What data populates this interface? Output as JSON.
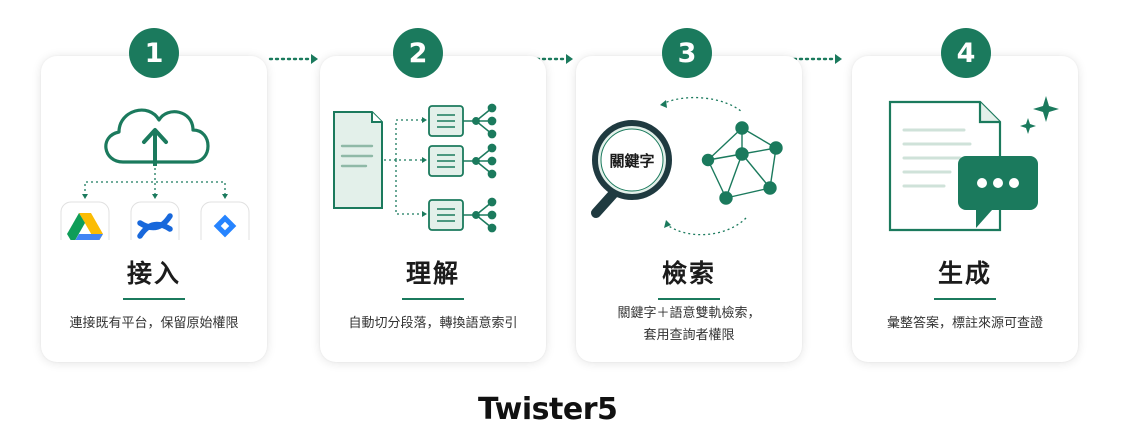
{
  "steps": [
    {
      "number": "1",
      "title": "接入",
      "description": [
        "連接既有平台，保留原始權限"
      ]
    },
    {
      "number": "2",
      "title": "理解",
      "description": [
        "自動切分段落，轉換語意索引"
      ]
    },
    {
      "number": "3",
      "title": "檢索",
      "description": [
        "關鍵字＋語意雙軌檢索，",
        "套用查詢者權限"
      ],
      "magnifier_label": "關鍵字"
    },
    {
      "number": "4",
      "title": "生成",
      "description": [
        "彙整答案，標註來源可查證"
      ]
    }
  ],
  "brand": {
    "name": "Twister5"
  },
  "icons": {
    "step1": [
      "cloud-upload-icon",
      "google-drive-icon",
      "confluence-icon",
      "jira-icon"
    ],
    "step2": [
      "document-icon",
      "chunk-icon",
      "vector-graph-icon"
    ],
    "step3": [
      "magnifier-icon",
      "knowledge-graph-icon"
    ],
    "step4": [
      "answer-document-icon",
      "chat-bubble-icon",
      "sparkle-icon"
    ]
  },
  "colors": {
    "accent": "#1b7a5d",
    "accent_light": "#e3f0ea",
    "text": "#1d1d1d"
  }
}
